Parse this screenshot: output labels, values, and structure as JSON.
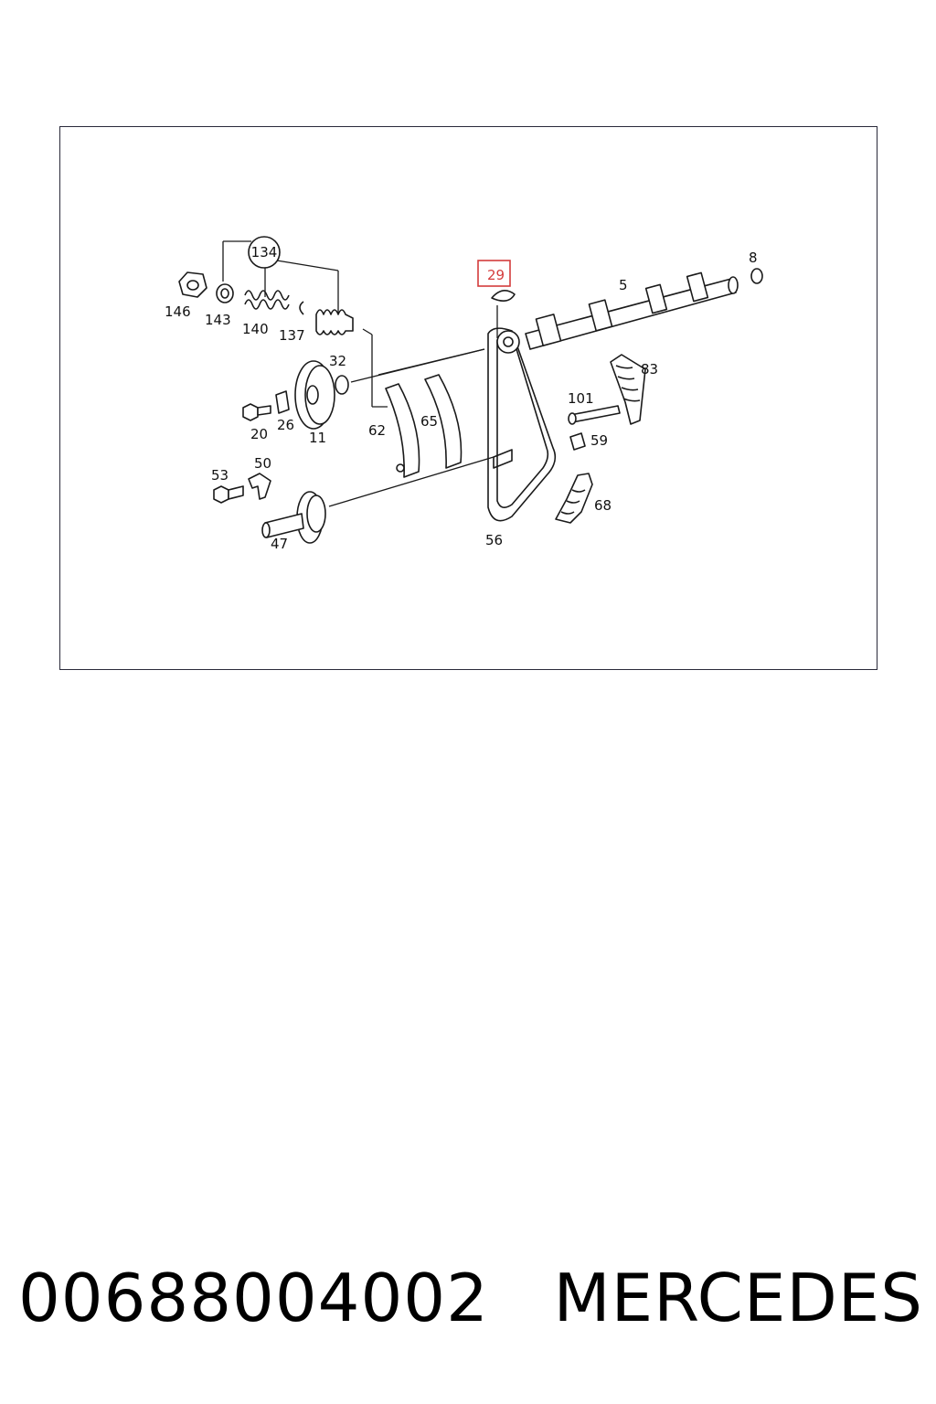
{
  "callouts": {
    "c134": "134",
    "c146": "146",
    "c143": "143",
    "c140": "140",
    "c137": "137",
    "c29": "29",
    "c5": "5",
    "c8": "8",
    "c32": "32",
    "c83": "83",
    "c101": "101",
    "c20": "20",
    "c26": "26",
    "c11": "11",
    "c62": "62",
    "c65": "65",
    "c59": "59",
    "c53": "53",
    "c50": "50",
    "c68": "68",
    "c47": "47",
    "c56": "56"
  },
  "highlight": {
    "callout": "29",
    "color": "#d43c3c"
  },
  "footer": {
    "part_number": "00688004002",
    "brand": "MERCEDES"
  }
}
